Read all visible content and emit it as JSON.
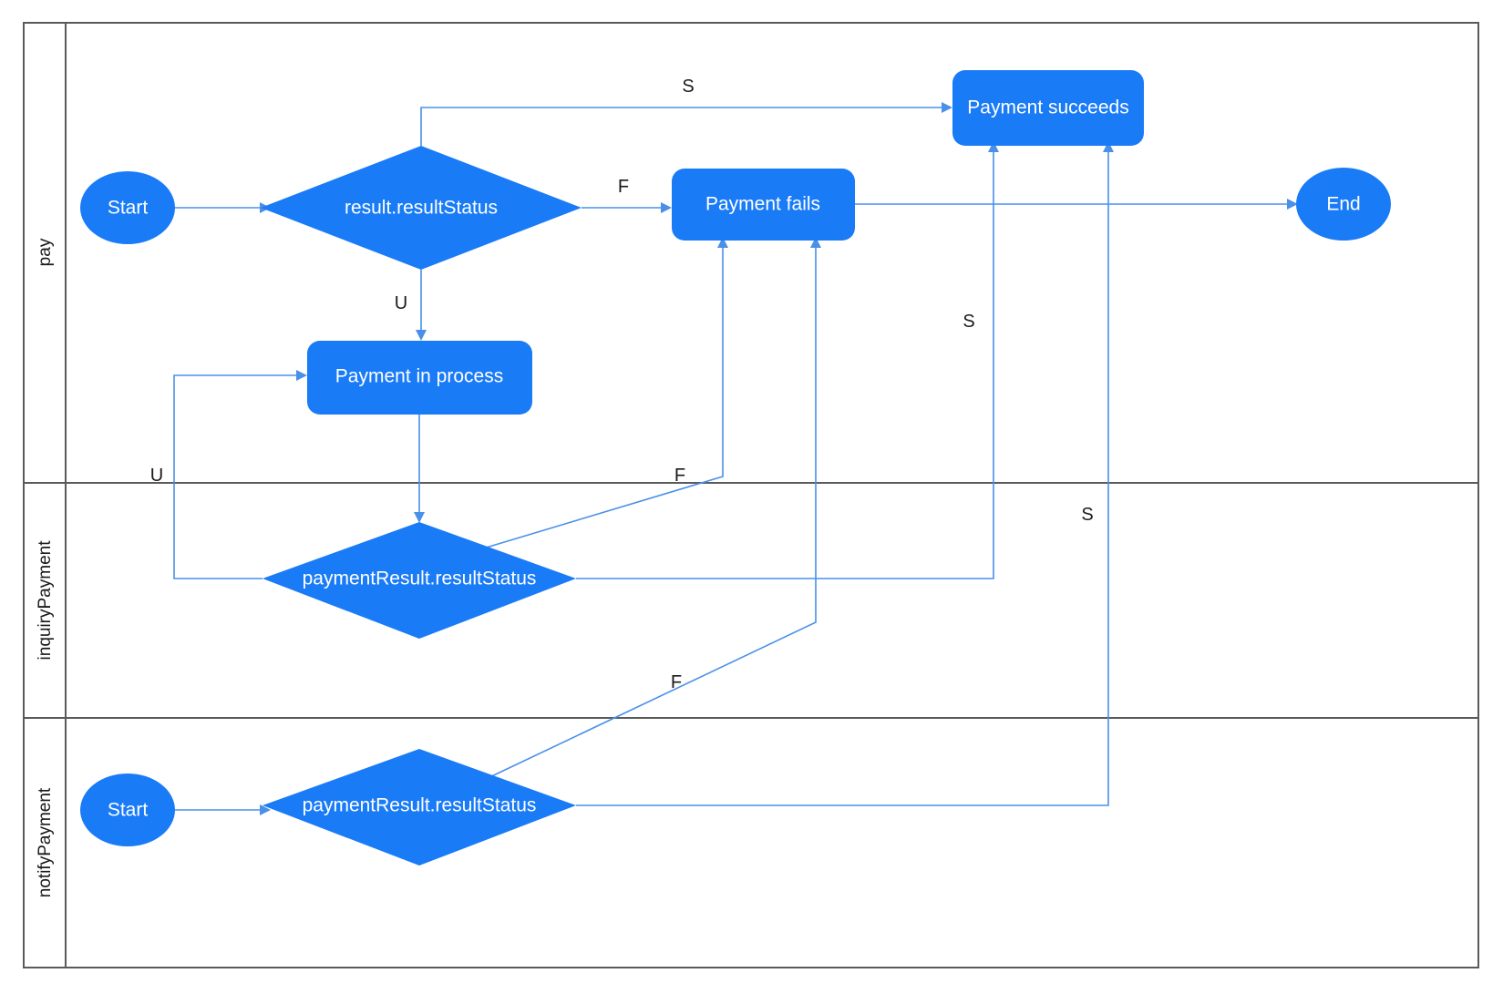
{
  "diagram": {
    "title": "Payment flow swimlane diagram",
    "accent_color": "#1a7bf7",
    "edge_color": "#4a90e8",
    "frame_color": "#5a5a5a",
    "lanes": [
      {
        "id": "pay",
        "label": "pay"
      },
      {
        "id": "inquiryPayment",
        "label": "inquiryPayment"
      },
      {
        "id": "notifyPayment",
        "label": "notifyPayment"
      }
    ],
    "nodes": [
      {
        "id": "start-pay",
        "lane": "pay",
        "shape": "ellipse",
        "label": "Start"
      },
      {
        "id": "result-status",
        "lane": "pay",
        "shape": "diamond",
        "label": "result.resultStatus"
      },
      {
        "id": "payment-succeeds",
        "lane": "pay",
        "shape": "rounded",
        "label": "Payment succeeds"
      },
      {
        "id": "payment-fails",
        "lane": "pay",
        "shape": "rounded",
        "label": "Payment fails"
      },
      {
        "id": "end-pay",
        "lane": "pay",
        "shape": "ellipse",
        "label": "End"
      },
      {
        "id": "payment-process",
        "lane": "pay",
        "shape": "rounded",
        "label": "Payment in process"
      },
      {
        "id": "inquiry-status",
        "lane": "inquiryPayment",
        "shape": "diamond",
        "label": "paymentResult.resultStatus"
      },
      {
        "id": "start-notify",
        "lane": "notifyPayment",
        "shape": "ellipse",
        "label": "Start"
      },
      {
        "id": "notify-status",
        "lane": "notifyPayment",
        "shape": "diamond",
        "label": "paymentResult.resultStatus"
      }
    ],
    "edges": [
      {
        "id": "e-start-to-result",
        "from": "start-pay",
        "to": "result-status",
        "label": ""
      },
      {
        "id": "e-result-success",
        "from": "result-status",
        "to": "payment-succeeds",
        "label": "S"
      },
      {
        "id": "e-result-fail",
        "from": "result-status",
        "to": "payment-fails",
        "label": "F"
      },
      {
        "id": "e-result-unknown",
        "from": "result-status",
        "to": "payment-process",
        "label": "U"
      },
      {
        "id": "e-fails-to-end",
        "from": "payment-fails",
        "to": "end-pay",
        "label": ""
      },
      {
        "id": "e-process-to-inquiry",
        "from": "payment-process",
        "to": "inquiry-status",
        "label": ""
      },
      {
        "id": "e-inquiry-unknown",
        "from": "inquiry-status",
        "to": "payment-process",
        "label": "U"
      },
      {
        "id": "e-inquiry-fail",
        "from": "inquiry-status",
        "to": "payment-fails",
        "label": "F"
      },
      {
        "id": "e-inquiry-success",
        "from": "inquiry-status",
        "to": "payment-succeeds",
        "label": "S"
      },
      {
        "id": "e-notify-start-to-status",
        "from": "start-notify",
        "to": "notify-status",
        "label": ""
      },
      {
        "id": "e-notify-fail",
        "from": "notify-status",
        "to": "payment-fails",
        "label": "F"
      },
      {
        "id": "e-notify-success",
        "from": "notify-status",
        "to": "payment-succeeds",
        "label": "S"
      }
    ],
    "labels": {
      "start_pay": "Start",
      "result_status": "result.resultStatus",
      "payment_succeeds": "Payment succeeds",
      "payment_fails": "Payment fails",
      "end_pay": "End",
      "payment_in_process": "Payment in process",
      "inquiry_status": "paymentResult.resultStatus",
      "start_notify": "Start",
      "notify_status": "paymentResult.resultStatus",
      "edge_s_result": "S",
      "edge_f_result": "F",
      "edge_u_result": "U",
      "edge_u_inquiry": "U",
      "edge_f_inquiry": "F",
      "edge_s_inquiry": "S",
      "edge_f_notify": "F",
      "edge_s_notify": "S",
      "lane_pay": "pay",
      "lane_inquiry": "inquiryPayment",
      "lane_notify": "notifyPayment"
    }
  }
}
